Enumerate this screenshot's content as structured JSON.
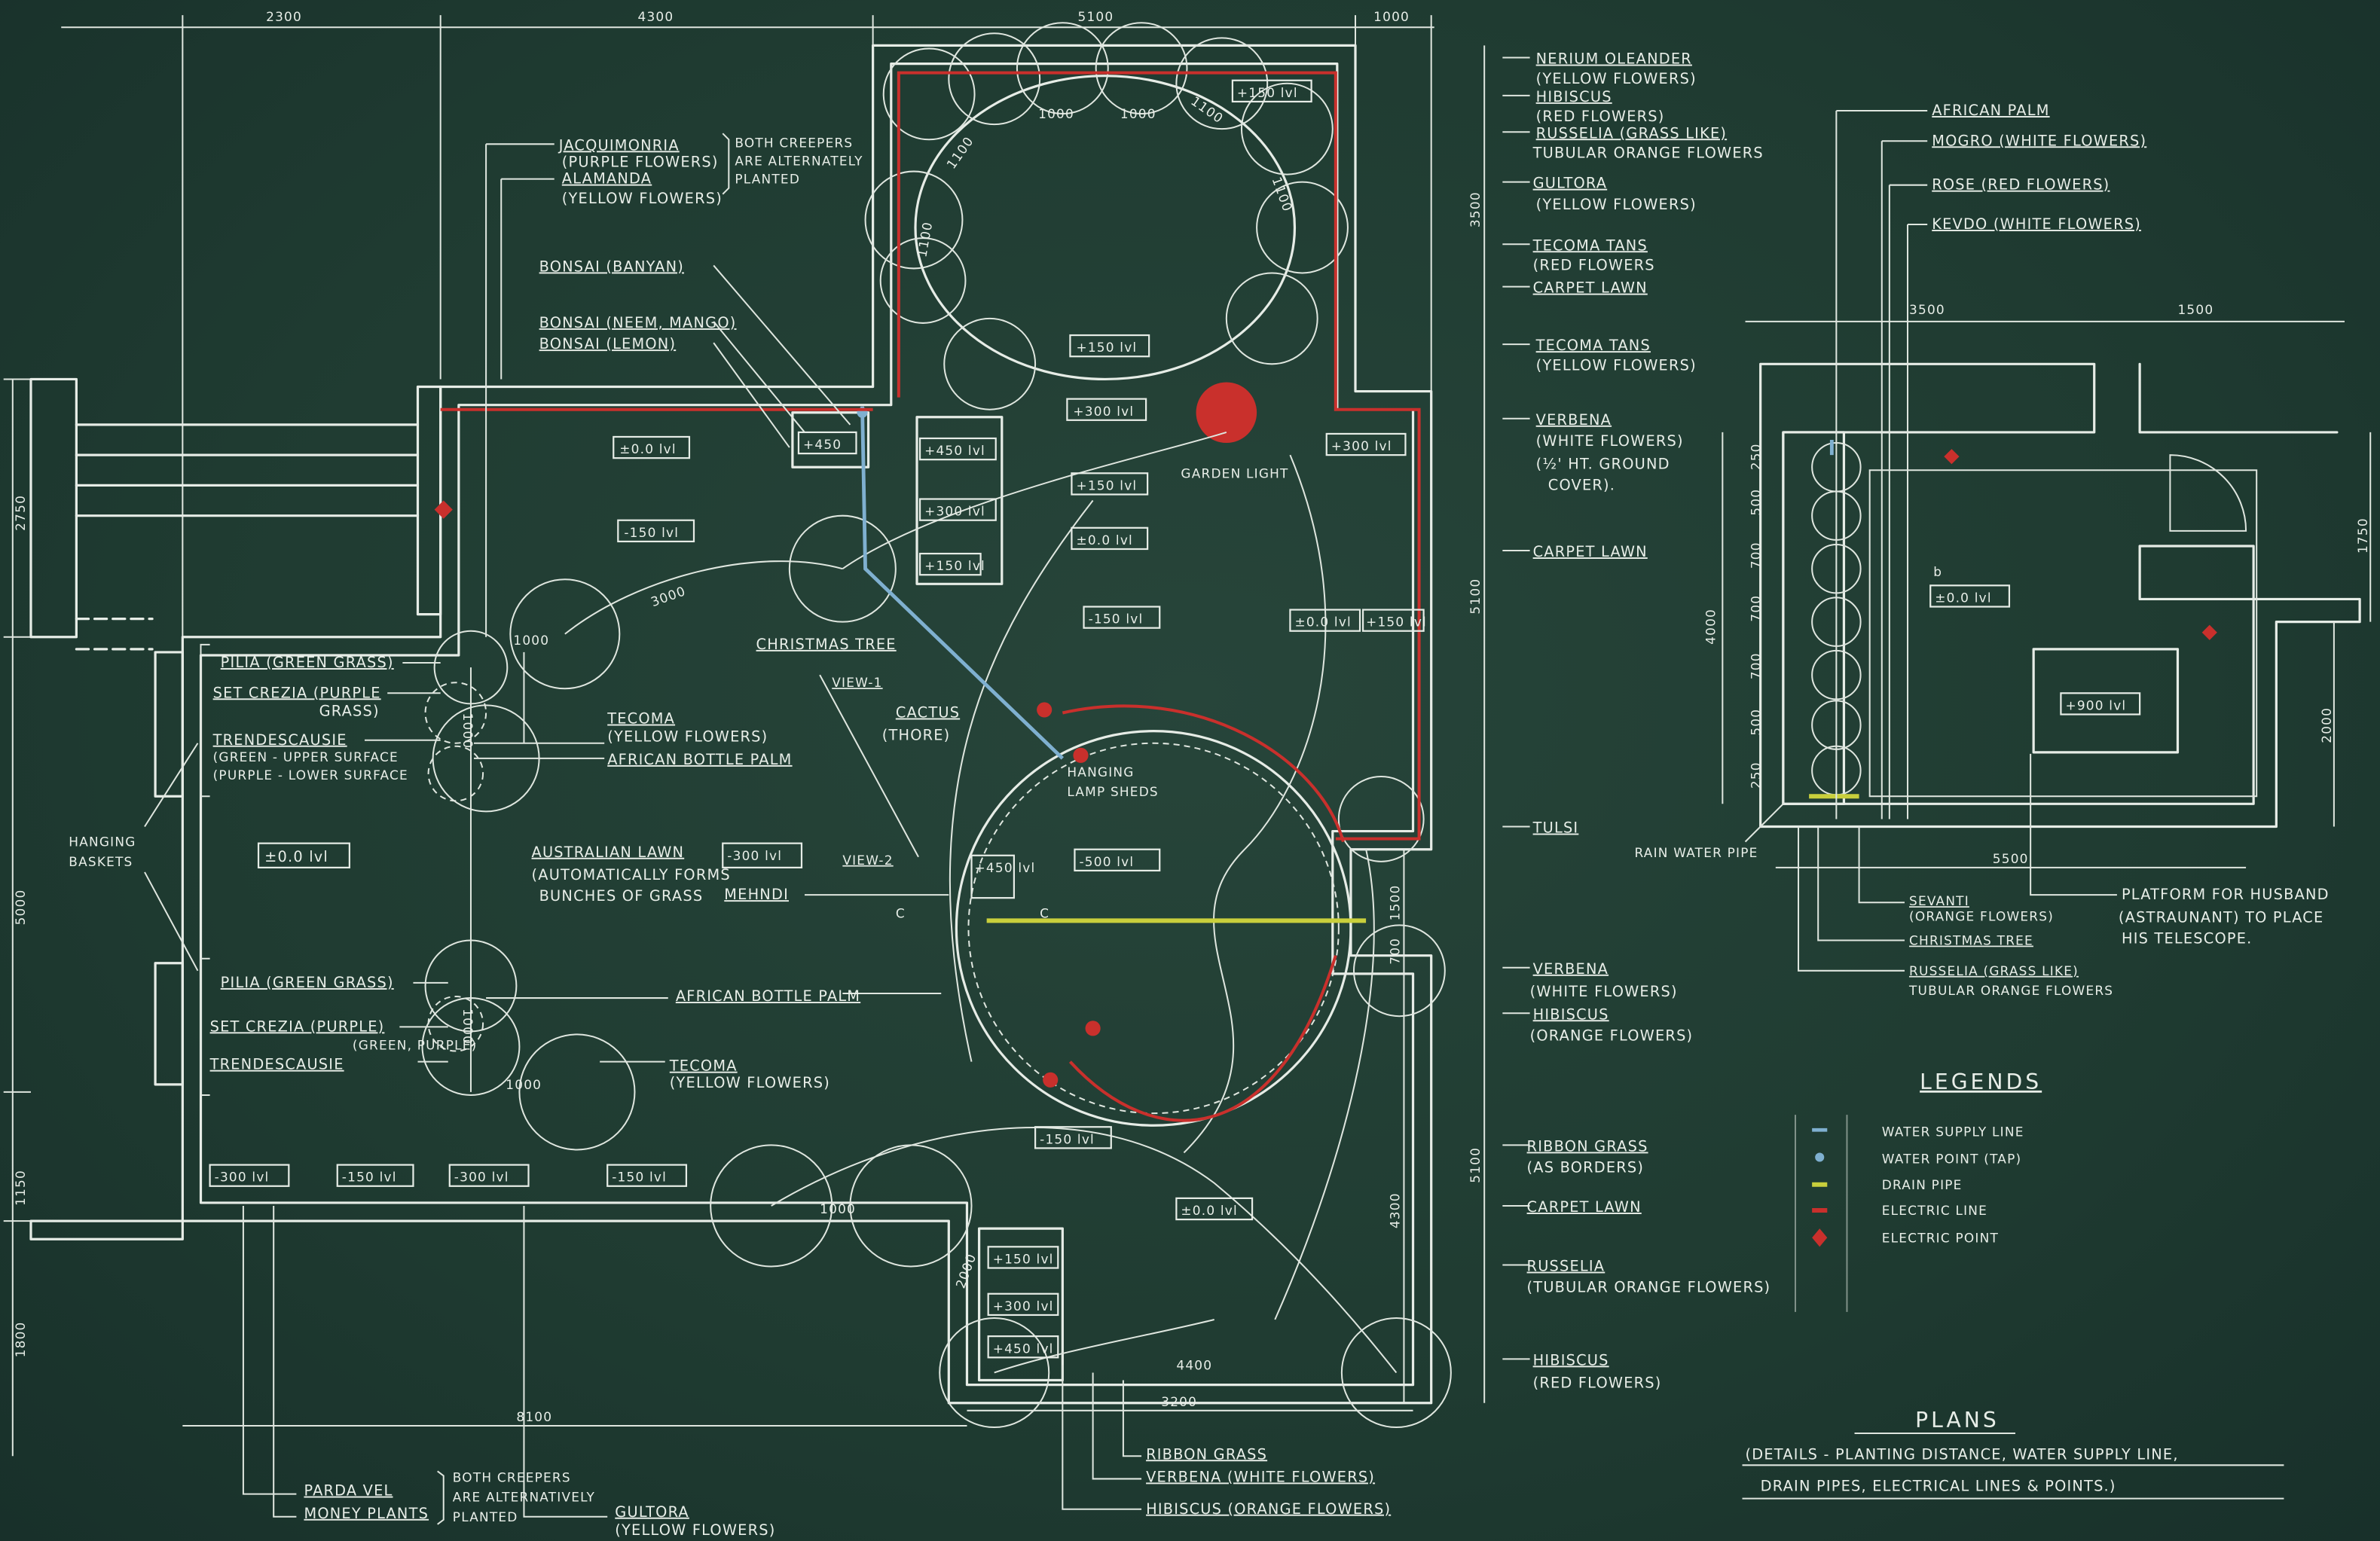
{
  "title": {
    "heading": "PLANS",
    "subtitle_1": "(DETAILS - PLANTING DISTANCE, WATER SUPPLY LINE,",
    "subtitle_2": "DRAIN PIPES, ELECTRICAL LINES & POINTS.)"
  },
  "legend": {
    "heading": "LEGENDS",
    "items": [
      {
        "label": "WATER SUPPLY LINE",
        "color": "#7fb0d0"
      },
      {
        "label": "WATER POINT (TAP)",
        "color": "#7fb0d0"
      },
      {
        "label": "DRAIN PIPE",
        "color": "#c9cf3c"
      },
      {
        "label": "ELECTRIC LINE",
        "color": "#c9302c"
      },
      {
        "label": "ELECTRIC POINT",
        "color": "#c9302c"
      }
    ]
  },
  "colors": {
    "board": "#1f3b31",
    "chalk": "#e8eee8",
    "electric": "#c9302c",
    "water": "#7fb0d0",
    "drain": "#c9cf3c"
  },
  "dimensions": {
    "top": [
      "2300",
      "4300",
      "5100",
      "1000"
    ],
    "left": [
      "2750",
      "5000",
      "1150",
      "1800"
    ],
    "right": [
      "3500",
      "5100",
      "5100",
      "1500",
      "700",
      "4300"
    ],
    "internal": [
      "3000",
      "1000",
      "1000",
      "1000",
      "1100",
      "1100",
      "1100",
      "1100",
      "1000",
      "1000",
      "1000",
      "1000",
      "4400",
      "3200",
      "8100",
      "2000"
    ]
  },
  "levels": [
    "±0.0 lvl",
    "-150 lvl",
    "+150 lvl",
    "+300 lvl",
    "+450",
    "+450 lvl",
    "+300 lvl",
    "+150 lvl",
    "±0.0 lvl",
    "+150 lvl",
    "-150 lvl",
    "±0.0 lvl",
    "+150 lvl",
    "+300 lvl",
    "+150 lvl",
    "±0.0 lvl",
    "-300 lvl",
    "+450 lvl",
    "-500 lvl",
    "-150 lvl",
    "-300 lvl",
    "-150 lvl",
    "-300 lvl",
    "-150 lvl",
    "±0.0 lvl",
    "+150 lvl",
    "+300 lvl",
    "+450 lvl"
  ],
  "plants_right": [
    {
      "name": "NERIUM OLEANDER",
      "note": "(YELLOW FLOWERS)"
    },
    {
      "name": "HIBISCUS",
      "note": "(RED FLOWERS)"
    },
    {
      "name": "RUSSELIA (GRASS LIKE)",
      "note": "TUBULAR ORANGE FLOWERS"
    },
    {
      "name": "GULTORA",
      "note": "(YELLOW FLOWERS)"
    },
    {
      "name": "TECOMA TANS",
      "note": "(RED FLOWERS"
    },
    {
      "name": "CARPET LAWN"
    },
    {
      "name": "TECOMA TANS",
      "note": "(YELLOW FLOWERS)"
    },
    {
      "name": "VERBENA",
      "note": "(WHITE FLOWERS)",
      "note2": "(½' HT. GROUND",
      "note3": "COVER)."
    },
    {
      "name": "CARPET LAWN"
    },
    {
      "name": "TULSI"
    },
    {
      "name": "VERBENA",
      "note": "(WHITE FLOWERS)"
    },
    {
      "name": "HIBISCUS",
      "note": "(ORANGE FLOWERS)"
    },
    {
      "name": "RIBBON GRASS",
      "note": "(AS BORDERS)"
    },
    {
      "name": "CARPET LAWN"
    },
    {
      "name": "RUSSELIA",
      "note": "(TUBULAR ORANGE FLOWERS)"
    },
    {
      "name": "HIBISCUS",
      "note": "(RED FLOWERS)"
    }
  ],
  "plants_left_top": {
    "jacquimonria": "JACQUIMONRIA",
    "jacquimonria_note": "(PURPLE FLOWERS)",
    "alamanda": "ALAMANDA",
    "alamanda_note": "(YELLOW FLOWERS)",
    "creepers_1": "BOTH CREEPERS",
    "creepers_2": "ARE ALTERNATELY",
    "creepers_3": "PLANTED",
    "bonsai_banyan": "BONSAI (BANYAN)",
    "bonsai_neem": "BONSAI (NEEM, MANGO)",
    "bonsai_lemon": "BONSAI (LEMON)"
  },
  "plants_center": {
    "garden_light": "GARDEN LIGHT",
    "christmas_tree": "CHRISTMAS TREE",
    "view_1": "VIEW-1",
    "cactus": "CACTUS",
    "cactus_note": "(THORE)",
    "hanging_1": "HANGING",
    "hanging_2": "LAMP SHEDS",
    "tecoma": "TECOMA",
    "tecoma_note": "(YELLOW FLOWERS)",
    "bottle_palm": "AFRICAN BOTTLE PALM",
    "australian_lawn": "AUSTRALIAN LAWN",
    "lawn_note_1": "(AUTOMATICALLY FORMS",
    "lawn_note_2": "BUNCHES OF GRASS",
    "view_2": "VIEW-2",
    "mehndi": "MEHNDI",
    "section_mark": "C",
    "bottle_palm_2": "AFRICAN BOTTLE PALM",
    "tecoma_2": "TECOMA",
    "tecoma_2_note": "(YELLOW FLOWERS)"
  },
  "plants_left": {
    "pilia": "PILIA (GREEN GRASS)",
    "setcrezia": "SET CREZIA (PURPLE",
    "setcrezia_2": "GRASS)",
    "trendescausie": "TRENDESCAUSIE",
    "trend_note_1": "(GREEN - UPPER SURFACE",
    "trend_note_2": "(PURPLE - LOWER SURFACE",
    "hanging_1": "HANGING",
    "hanging_2": "BASKETS",
    "pilia_2": "PILIA (GREEN GRASS)",
    "setcrezia_b": "SET CREZIA (PURPLE)",
    "trendescausie_b": "TRENDESCAUSIE",
    "trend_b_note": "(GREEN, PURPLE)"
  },
  "plants_bottom": {
    "ribbon": "RIBBON GRASS",
    "verbena": "VERBENA (WHITE FLOWERS)",
    "hibiscus": "HIBISCUS (ORANGE FLOWERS)",
    "parda": "PARDA VEL",
    "money": "MONEY PLANTS",
    "creepers_1": "BOTH CREEPERS",
    "creepers_2": "ARE ALTERNATIVELY",
    "creepers_3": "PLANTED",
    "gultora": "GULTORA",
    "gultora_note": "(YELLOW FLOWERS)"
  },
  "terrace": {
    "african_palm": "AFRICAN PALM",
    "mogro": "MOGRO (WHITE FLOWERS)",
    "rose": "ROSE (RED FLOWERS)",
    "kevdo": "KEVDO (WHITE FLOWERS)",
    "dims": [
      "3500",
      "1500",
      "4000",
      "1750",
      "2000",
      "5500",
      "250",
      "500",
      "700",
      "700",
      "700",
      "500",
      "250"
    ],
    "level_1": "±0.0 lvl",
    "level_2": "+900 lvl",
    "rain_pipe": "RAIN WATER PIPE",
    "sevanti": "SEVANTI",
    "sevanti_note": "(ORANGE FLOWERS)",
    "christmas": "CHRISTMAS TREE",
    "russelia": "RUSSELIA (GRASS LIKE)",
    "russelia_note": "TUBULAR ORANGE FLOWERS",
    "platform_1": "PLATFORM FOR HUSBAND",
    "platform_2": "(ASTRAUNANT) TO PLACE",
    "platform_3": "HIS TELESCOPE.",
    "section_mark": "b"
  }
}
